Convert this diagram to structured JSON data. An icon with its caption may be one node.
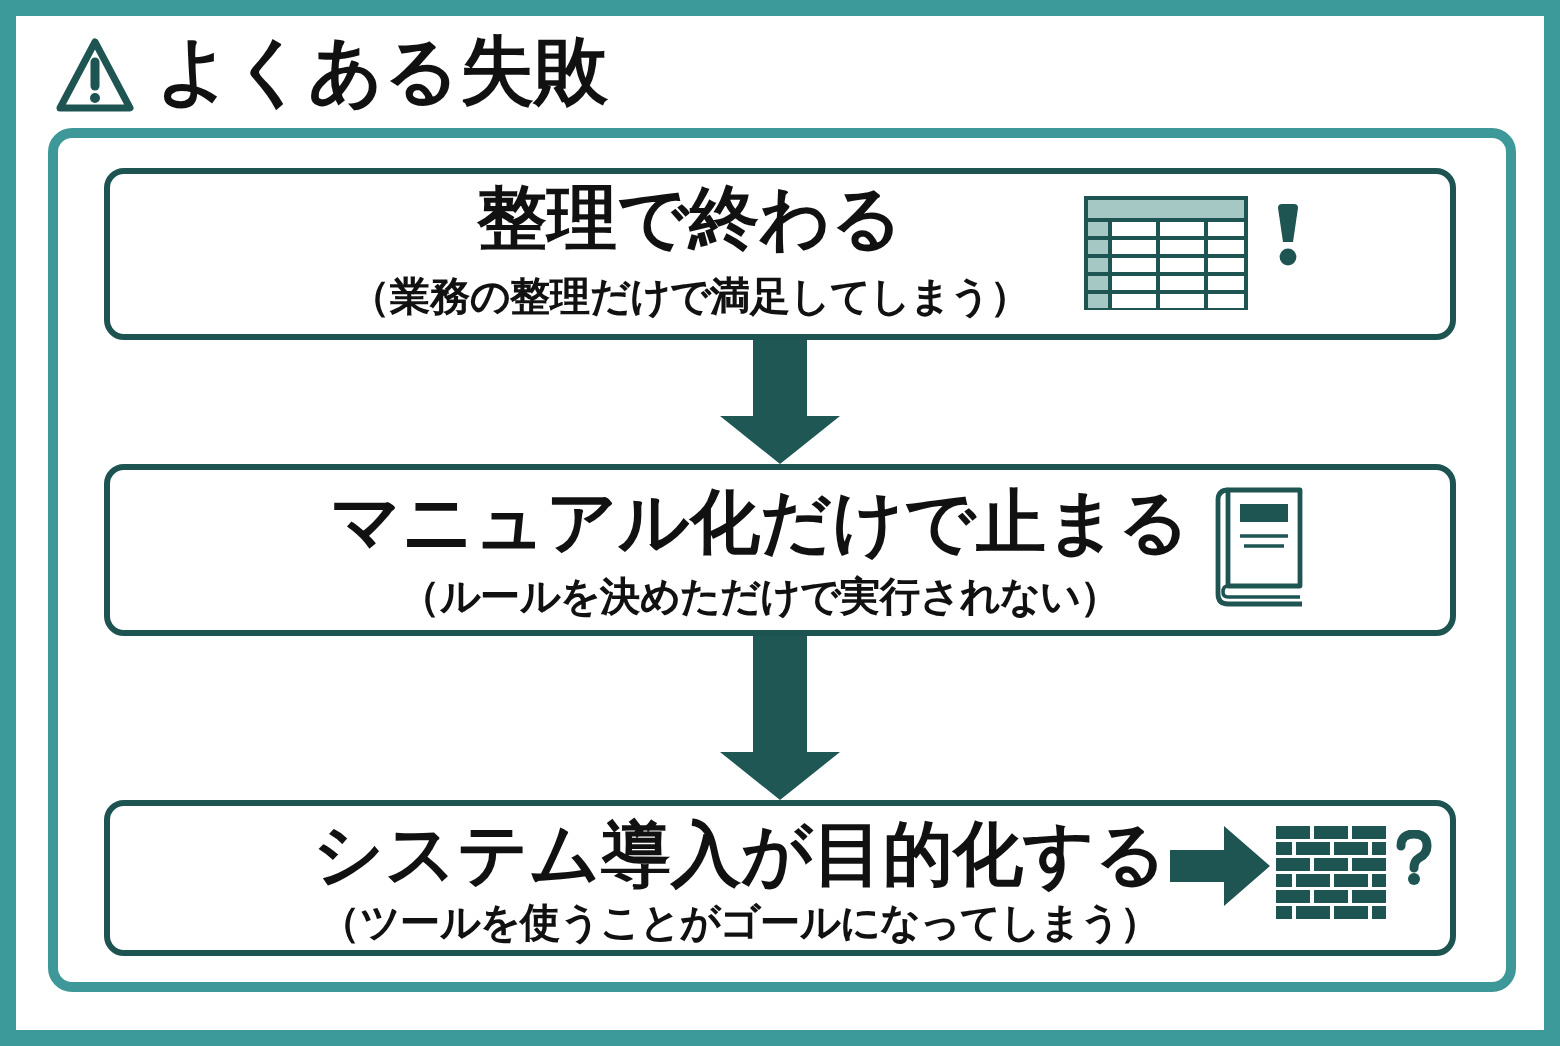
{
  "diagram": {
    "title": "よくある失敗",
    "nodes": [
      {
        "text": [
          "整理で終わる",
          "（業務の整理だけで満足してしまう）"
        ]
      },
      {
        "text": [
          "マニュアル化だけで止まる",
          "（ルールを決めただけで実行されない）"
        ]
      },
      {
        "text": [
          "システム導入が目的化する",
          "（ツールを使うことがゴールになってしまう）"
        ]
      }
    ],
    "edges": [
      {
        "from": 0,
        "to": 1,
        "arrow": "to"
      },
      {
        "from": 1,
        "to": 2,
        "arrow": "to"
      }
    ]
  }
}
